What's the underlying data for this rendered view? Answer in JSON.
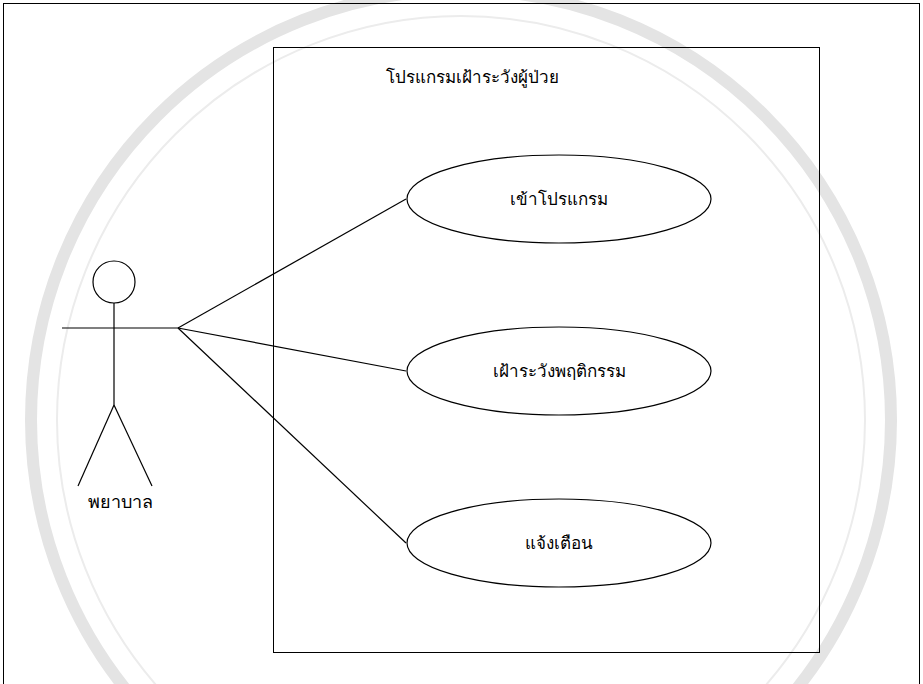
{
  "diagram": {
    "nodes": [
      {
        "text": [
          "พยาบาล"
        ]
      },
      {
        "text": [
          "โปรแกรมเฝ้าระวังผู้ป่วย"
        ]
      },
      {
        "text": [
          "เข้าโปรแกรม"
        ],
        "in": 1
      },
      {
        "text": [
          "เฝ้าระวังพฤติกรรม"
        ],
        "in": 1
      },
      {
        "text": [
          "แจ้งเตือน"
        ],
        "in": 1
      }
    ],
    "edges": [
      {
        "from": 0,
        "to": 2,
        "arrow": "none"
      },
      {
        "from": 0,
        "to": 3,
        "arrow": "none"
      },
      {
        "from": 0,
        "to": 4,
        "arrow": "none"
      }
    ]
  }
}
